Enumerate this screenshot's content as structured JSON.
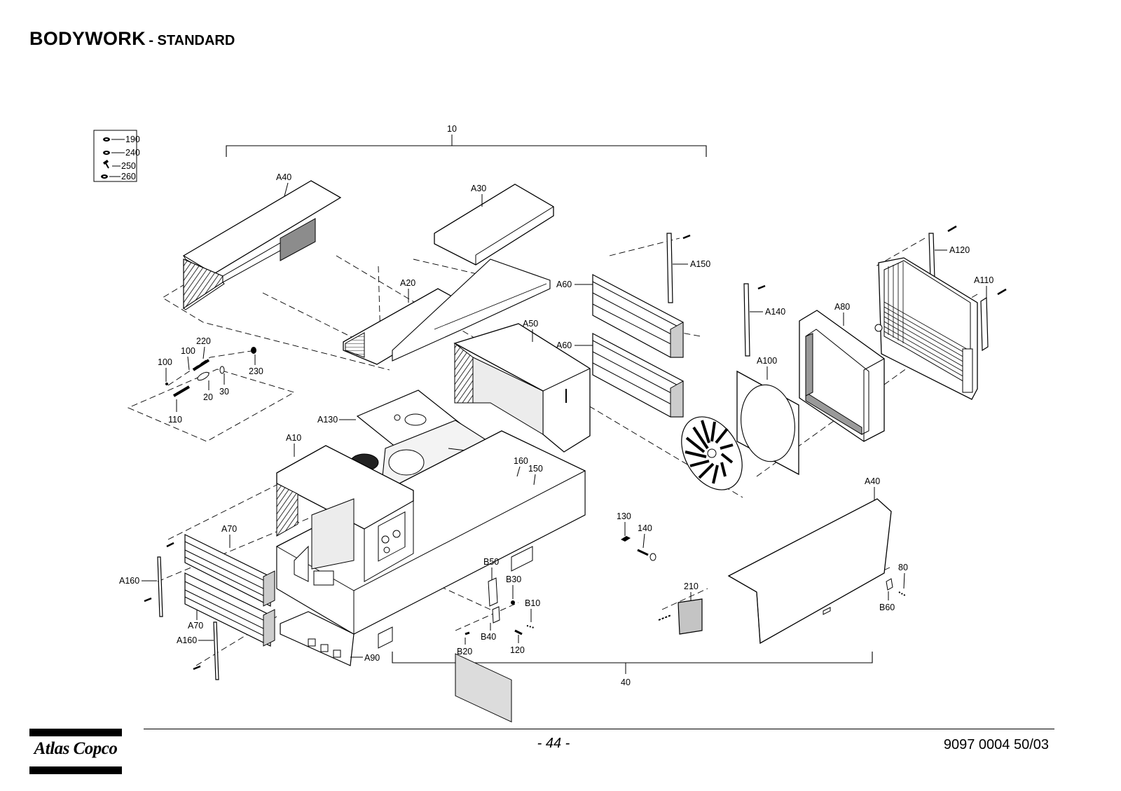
{
  "page": {
    "title": "BODYWORK",
    "subtitle": "- STANDARD",
    "page_number": "- 44 -",
    "doc_number": "9097 0004 50/03",
    "brand": "Atlas Copco"
  },
  "legend_box": {
    "items": [
      "190",
      "240",
      "250",
      "260"
    ]
  },
  "callouts": {
    "c10": "10",
    "c40": "40",
    "cA40_top": "A40",
    "cA30": "A30",
    "cA20": "A20",
    "cA60_upper": "A60",
    "cA60_lower": "A60",
    "cA50": "A50",
    "cA150": "A150",
    "cA140": "A140",
    "cA120": "A120",
    "cA110": "A110",
    "cA80": "A80",
    "cA100": "A100",
    "cA130": "A130",
    "cA10": "A10",
    "cA70_upper": "A70",
    "cA70_lower": "A70",
    "cA160_upper": "A160",
    "cA160_lower": "A160",
    "cA90": "A90",
    "cA40_bottom": "A40",
    "c220": "220",
    "c100a": "100",
    "c100b": "100",
    "c230": "230",
    "c20": "20",
    "c30": "30",
    "c110": "110",
    "c160": "160",
    "c150": "150",
    "c130": "130",
    "c140": "140",
    "cB50": "B50",
    "cB30": "B30",
    "cB10": "B10",
    "cB40": "B40",
    "cB20": "B20",
    "c120": "120",
    "c210": "210",
    "c80": "80",
    "cB60": "B60"
  },
  "colors": {
    "line": "#000000",
    "panel_fill": "#ffffff",
    "shade_fill": "#9a9a9a",
    "light_fill": "#d6d6d6"
  }
}
